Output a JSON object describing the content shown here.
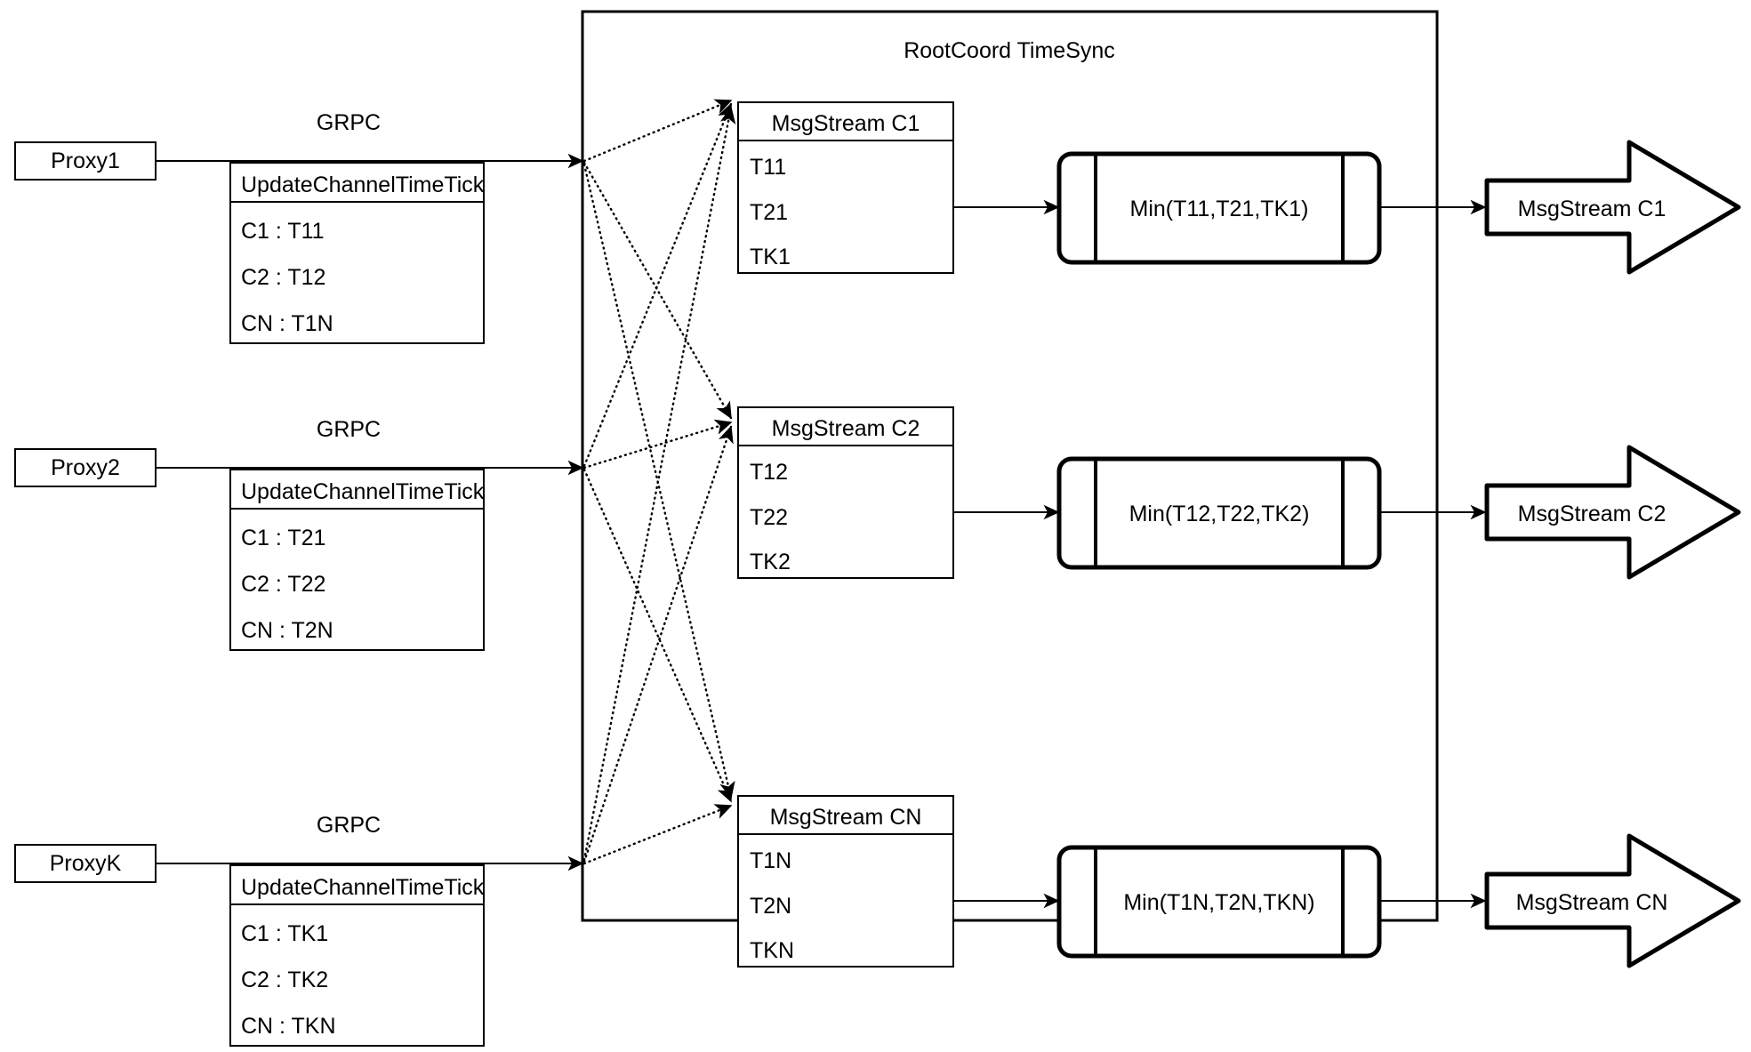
{
  "diagram": {
    "title": "RootCoord TimeSync",
    "container_label": "RootCoord TimeSync"
  },
  "proxies": [
    {
      "name": "Proxy1",
      "link_label": "GRPC",
      "rpc": {
        "title": "UpdateChannelTimeTick",
        "rows": [
          "C1 :  T11",
          "C2 :  T12",
          "CN : T1N"
        ]
      }
    },
    {
      "name": "Proxy2",
      "link_label": "GRPC",
      "rpc": {
        "title": "UpdateChannelTimeTick",
        "rows": [
          "C1 :  T21",
          "C2 :  T22",
          "CN : T2N"
        ]
      }
    },
    {
      "name": "ProxyK",
      "link_label": "GRPC",
      "rpc": {
        "title": "UpdateChannelTimeTick",
        "rows": [
          "C1 :  TK1",
          "C2 :  TK2",
          "CN : TKN"
        ]
      }
    }
  ],
  "channels": [
    {
      "stream": {
        "title": "MsgStream C1",
        "rows": [
          "T11",
          "T21",
          "TK1"
        ]
      },
      "process": "Min(T11,T21,TK1)",
      "output": "MsgStream C1"
    },
    {
      "stream": {
        "title": "MsgStream C2",
        "rows": [
          "T12",
          "T22",
          "TK2"
        ]
      },
      "process": "Min(T12,T22,TK2)",
      "output": "MsgStream C2"
    },
    {
      "stream": {
        "title": "MsgStream CN",
        "rows": [
          "T1N",
          "T2N",
          "TKN"
        ]
      },
      "process": "Min(T1N,T2N,TKN)",
      "output": "MsgStream CN"
    }
  ],
  "colors": {
    "stroke": "#000000",
    "fill": "#ffffff"
  }
}
